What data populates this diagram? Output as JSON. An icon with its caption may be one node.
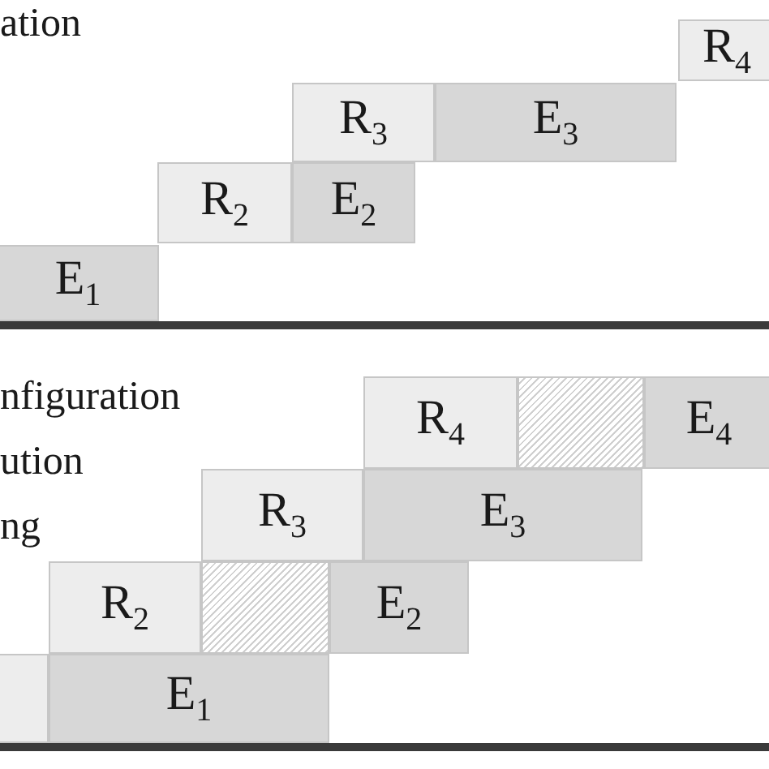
{
  "diagram": {
    "nodes": [
      {
        "text": [
          "R$_{4}$"
        ]
      },
      {
        "text": [
          "R$_{3}$"
        ]
      },
      {
        "text": [
          "E$_{3}$"
        ]
      },
      {
        "text": [
          "R$_{2}$"
        ]
      },
      {
        "text": [
          "E$_{2}$"
        ]
      },
      {
        "text": [
          "E$_{1}$"
        ]
      },
      {
        "text": [
          "R$_{4}$"
        ]
      },
      {
        "text": [],
        "shape": "box"
      },
      {
        "text": [
          "E$_{4}$"
        ]
      },
      {
        "text": [
          "R$_{3}$"
        ]
      },
      {
        "text": [
          "E$_{3}$"
        ]
      },
      {
        "text": [
          "R$_{2}$"
        ]
      },
      {
        "text": [],
        "shape": "box"
      },
      {
        "text": [
          "E$_{2}$"
        ]
      },
      {
        "text": [],
        "shape": "box"
      },
      {
        "text": [
          "E$_{1}$"
        ]
      }
    ],
    "labels": [
      "ation",
      "nfiguration",
      "ution",
      "ng"
    ]
  }
}
